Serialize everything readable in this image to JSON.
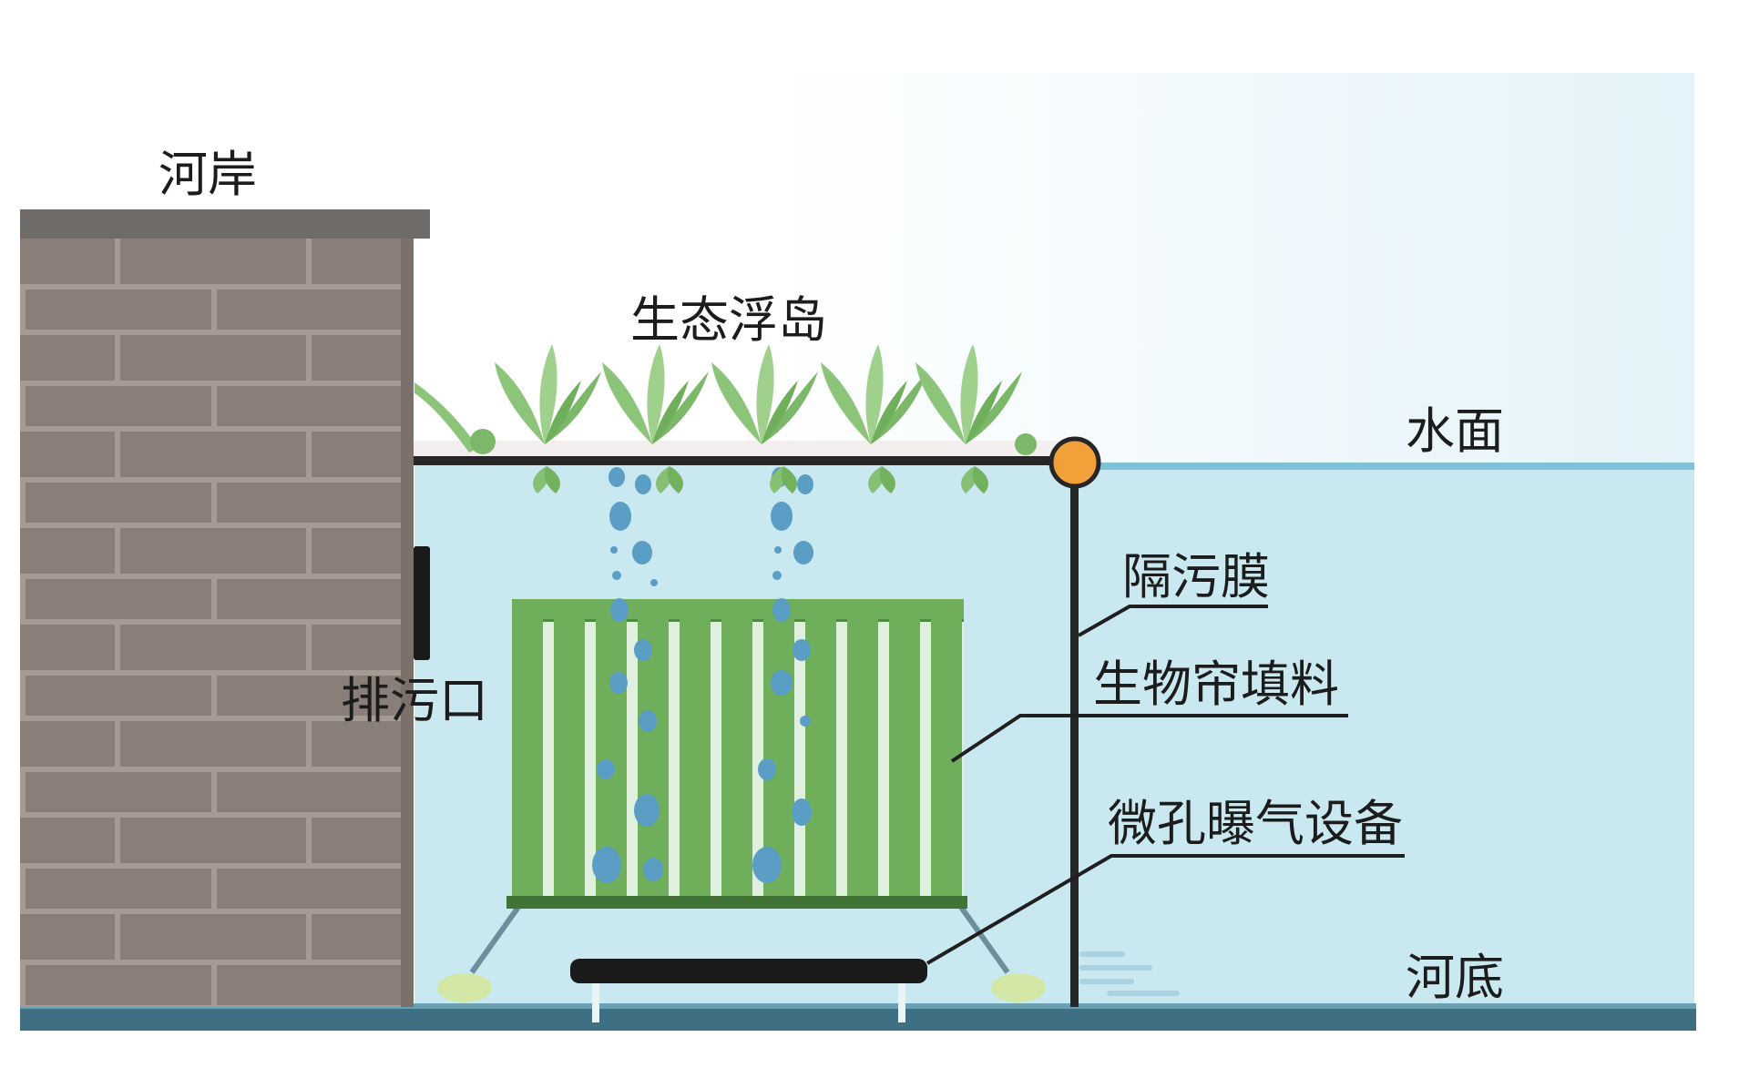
{
  "title": "生态浮岛污水处理示意图",
  "labels": {
    "bank": "河岸",
    "floating_island": "生态浮岛",
    "water_surface": "水面",
    "isolation_membrane": "隔污膜",
    "outfall": "排污口",
    "bio_curtain": "生物帘填料",
    "aeration": "微孔曝气设备",
    "riverbed": "河底"
  },
  "colors": {
    "brick": "#8a7f78",
    "brick_mortar": "#a59b94",
    "bank_cap": "#6e6b69",
    "water": "#c9e8f0",
    "water_line": "#7fc2d6",
    "riverbed": "#3f6f82",
    "curtain": "#6fae5b",
    "curtain_dark": "#4e8a40",
    "bubble": "#5a9ec6",
    "plant": "#8cc57a",
    "float_post": "#f2a03a",
    "line": "#1f1f1f"
  }
}
